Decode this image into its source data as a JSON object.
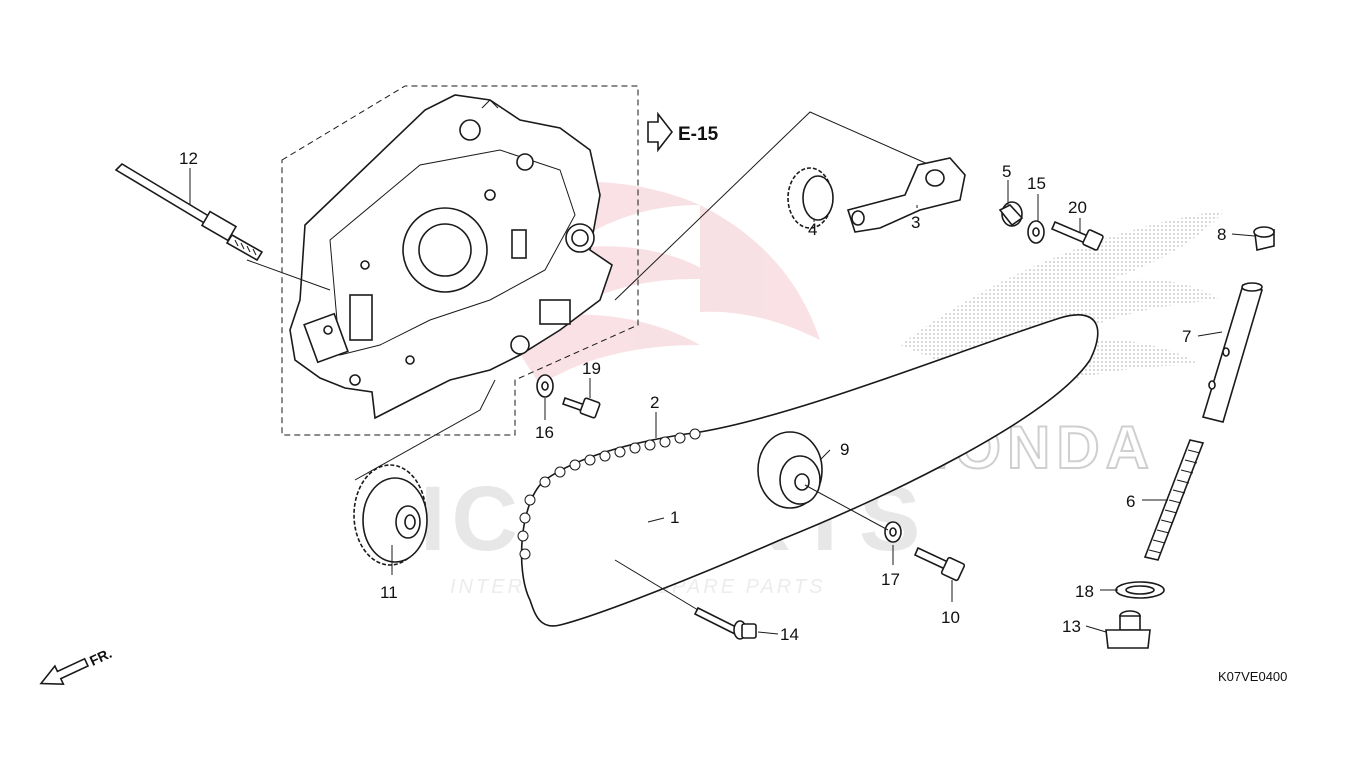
{
  "diagram": {
    "reference_code": "K07VE0400",
    "ref_arrow_label": "E-15",
    "front_label": "FR.",
    "watermark_main": "ICSPARTS",
    "watermark_sub": "INTERNATIONAL SPARE PARTS",
    "brand_mark": "HONDA",
    "callouts": [
      "1",
      "2",
      "3",
      "4",
      "5",
      "6",
      "7",
      "8",
      "9",
      "10",
      "11",
      "12",
      "13",
      "14",
      "15",
      "16",
      "17",
      "18",
      "19",
      "20"
    ]
  },
  "colors": {
    "line": "#1a1a1a",
    "watermark": "#e7e7e7",
    "wing_logo": "#f4c9cf",
    "halftone": "#c8c8c8"
  },
  "icons": [
    "arrow-right-outline-icon",
    "arrow-front-icon"
  ]
}
